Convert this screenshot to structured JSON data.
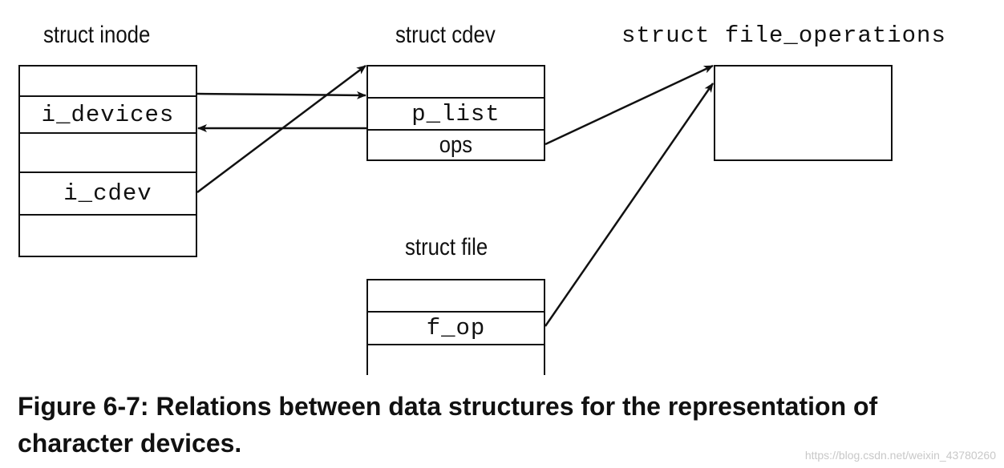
{
  "inode": {
    "title": "struct inode",
    "fields": [
      "",
      "i_devices",
      "",
      "i_cdev",
      ""
    ]
  },
  "cdev": {
    "title": "struct cdev",
    "fields": [
      "",
      "p_list",
      "ops"
    ]
  },
  "file_operations": {
    "title": "struct file_operations"
  },
  "file": {
    "title": "struct file",
    "fields": [
      "",
      "f_op",
      ""
    ]
  },
  "caption": "Figure 6-7: Relations between data structures for the representation of character devices.",
  "watermark": "https://blog.csdn.net/weixin_43780260",
  "arrows": [
    {
      "from": "inode.i_devices",
      "to": "cdev.p_list"
    },
    {
      "from": "cdev.p_list",
      "to": "inode.i_devices"
    },
    {
      "from": "inode.i_cdev",
      "to": "cdev"
    },
    {
      "from": "cdev.ops",
      "to": "file_operations"
    },
    {
      "from": "file.f_op",
      "to": "file_operations"
    }
  ]
}
